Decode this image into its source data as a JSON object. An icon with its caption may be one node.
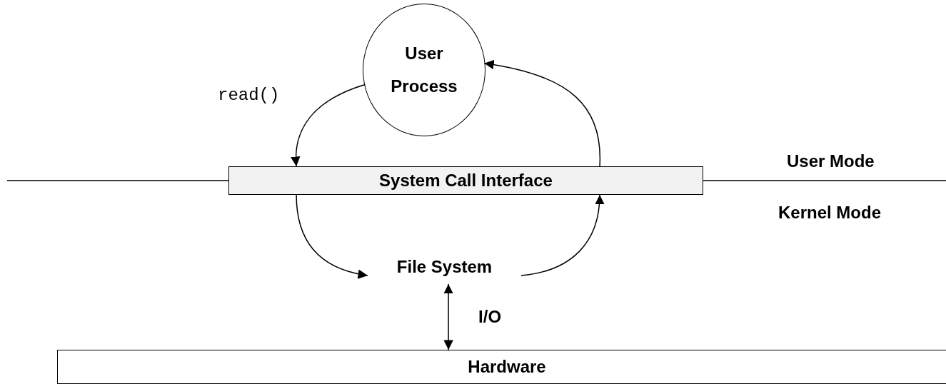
{
  "diagram": {
    "nodes": [
      {
        "text": [
          "User Process"
        ]
      },
      {
        "text": [
          "System Call Interface"
        ]
      },
      {
        "text": [
          "File System"
        ]
      },
      {
        "text": [
          "Hardware"
        ]
      }
    ],
    "edges": [
      {
        "from": 0,
        "to": 1,
        "arrow": "to",
        "label": "read()"
      },
      {
        "from": 1,
        "to": 0,
        "arrow": "to"
      },
      {
        "from": 1,
        "to": 2,
        "arrow": "to"
      },
      {
        "from": 2,
        "to": 1,
        "arrow": "to"
      },
      {
        "from": 2,
        "to": 3,
        "arrow": "both",
        "label": "I/O"
      }
    ],
    "labels": [
      "User Mode",
      "Kernel Mode"
    ]
  }
}
